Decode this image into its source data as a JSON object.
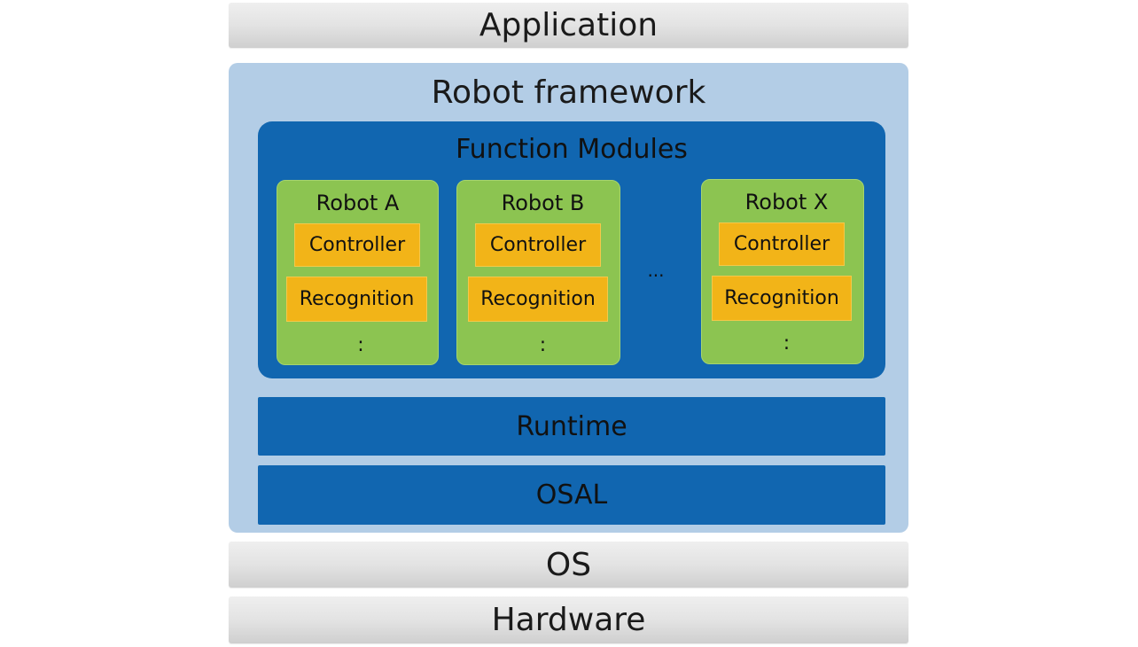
{
  "layers": {
    "application": "Application",
    "robot_framework": "Robot framework",
    "function_modules": "Function Modules",
    "runtime": "Runtime",
    "osal": "OSAL",
    "os": "OS",
    "hardware": "Hardware"
  },
  "robots": [
    {
      "name": "Robot A",
      "controller": "Controller",
      "recognition": "Recognition",
      "more": ":"
    },
    {
      "name": "Robot B",
      "controller": "Controller",
      "recognition": "Recognition",
      "more": ":"
    },
    {
      "name": "Robot X",
      "controller": "Controller",
      "recognition": "Recognition",
      "more": ":"
    }
  ],
  "robot_ellipsis": "...",
  "colors": {
    "gray_bar": "#e3e3e3",
    "framework_bg": "#b3cde6",
    "modules_bg": "#1166b0",
    "robot_bg": "#8cc451",
    "component_bg": "#f2b418"
  }
}
